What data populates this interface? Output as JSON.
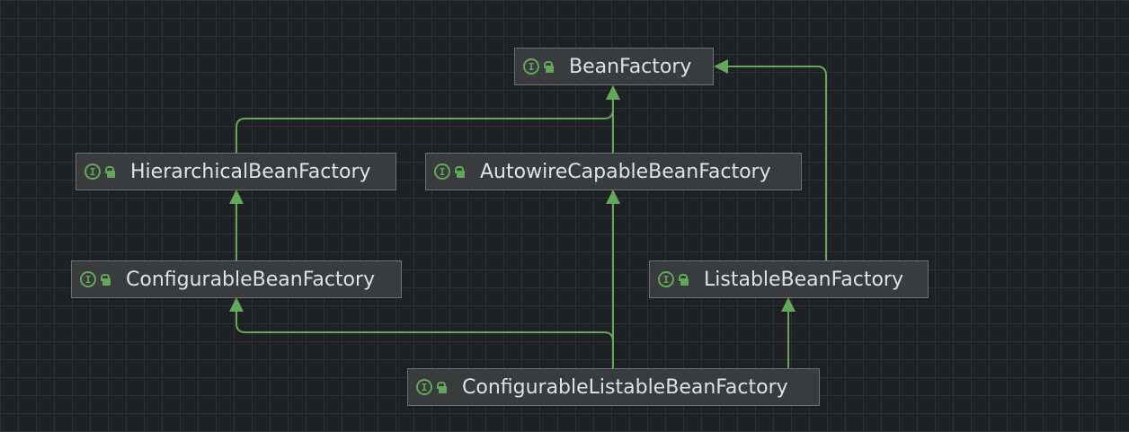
{
  "diagram": {
    "nodes": [
      {
        "id": "bean-factory",
        "label": "BeanFactory",
        "icon": "interface-icon",
        "visibility": "public-lock-icon"
      },
      {
        "id": "hierarchical-bean-factory",
        "label": "HierarchicalBeanFactory",
        "icon": "interface-icon",
        "visibility": "public-lock-icon"
      },
      {
        "id": "autowire-capable-bean-factory",
        "label": "AutowireCapableBeanFactory",
        "icon": "interface-icon",
        "visibility": "public-lock-icon"
      },
      {
        "id": "configurable-bean-factory",
        "label": "ConfigurableBeanFactory",
        "icon": "interface-icon",
        "visibility": "public-lock-icon"
      },
      {
        "id": "listable-bean-factory",
        "label": "ListableBeanFactory",
        "icon": "interface-icon",
        "visibility": "public-lock-icon"
      },
      {
        "id": "configurable-listable-bean-factory",
        "label": "ConfigurableListableBeanFactory",
        "icon": "interface-icon",
        "visibility": "public-lock-icon"
      }
    ],
    "interface_glyph": "I",
    "edges": [
      {
        "from": "hierarchical-bean-factory",
        "to": "bean-factory",
        "type": "extends"
      },
      {
        "from": "autowire-capable-bean-factory",
        "to": "bean-factory",
        "type": "extends"
      },
      {
        "from": "listable-bean-factory",
        "to": "bean-factory",
        "type": "extends"
      },
      {
        "from": "configurable-bean-factory",
        "to": "hierarchical-bean-factory",
        "type": "extends"
      },
      {
        "from": "configurable-listable-bean-factory",
        "to": "configurable-bean-factory",
        "type": "extends"
      },
      {
        "from": "configurable-listable-bean-factory",
        "to": "autowire-capable-bean-factory",
        "type": "extends"
      },
      {
        "from": "configurable-listable-bean-factory",
        "to": "listable-bean-factory",
        "type": "extends"
      }
    ],
    "colors": {
      "background": "#1f2023",
      "grid": "#2e3034",
      "node_fill": "#3a3b3d",
      "node_border": "#6d6f72",
      "text": "#dfe1e5",
      "edge": "#62a85a"
    }
  }
}
